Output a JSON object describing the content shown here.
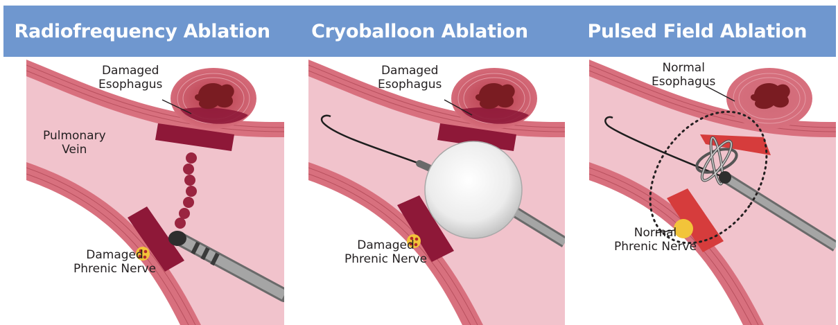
{
  "headers": {
    "rf": "Radiofrequency Ablation",
    "cryo": "Cryoballoon Ablation",
    "pfa": "Pulsed Field Ablation"
  },
  "panel_rf": {
    "esophagus_line1": "Damaged",
    "esophagus_line2": "Esophagus",
    "vein_line1": "Pulmonary",
    "vein_line2": "Vein",
    "nerve_line1": "Damaged",
    "nerve_line2": "Phrenic Nerve"
  },
  "panel_cryo": {
    "esophagus_line1": "Damaged",
    "esophagus_line2": "Esophagus",
    "nerve_line1": "Damaged",
    "nerve_line2": "Phrenic Nerve"
  },
  "panel_pfa": {
    "esophagus_line1": "Normal",
    "esophagus_line2": "Esophagus",
    "nerve_line1": "Normal",
    "nerve_line2": "Phrenic Nerve"
  },
  "colors": {
    "header": "#6f97cf",
    "vein_tissue": "#f1c3cc",
    "vein_wall": "#d8707e",
    "lesion": "#8e1838",
    "pfa_lesion": "#d63c3c",
    "nerve": "#f2c43a",
    "catheter": "#8a8a8a"
  }
}
